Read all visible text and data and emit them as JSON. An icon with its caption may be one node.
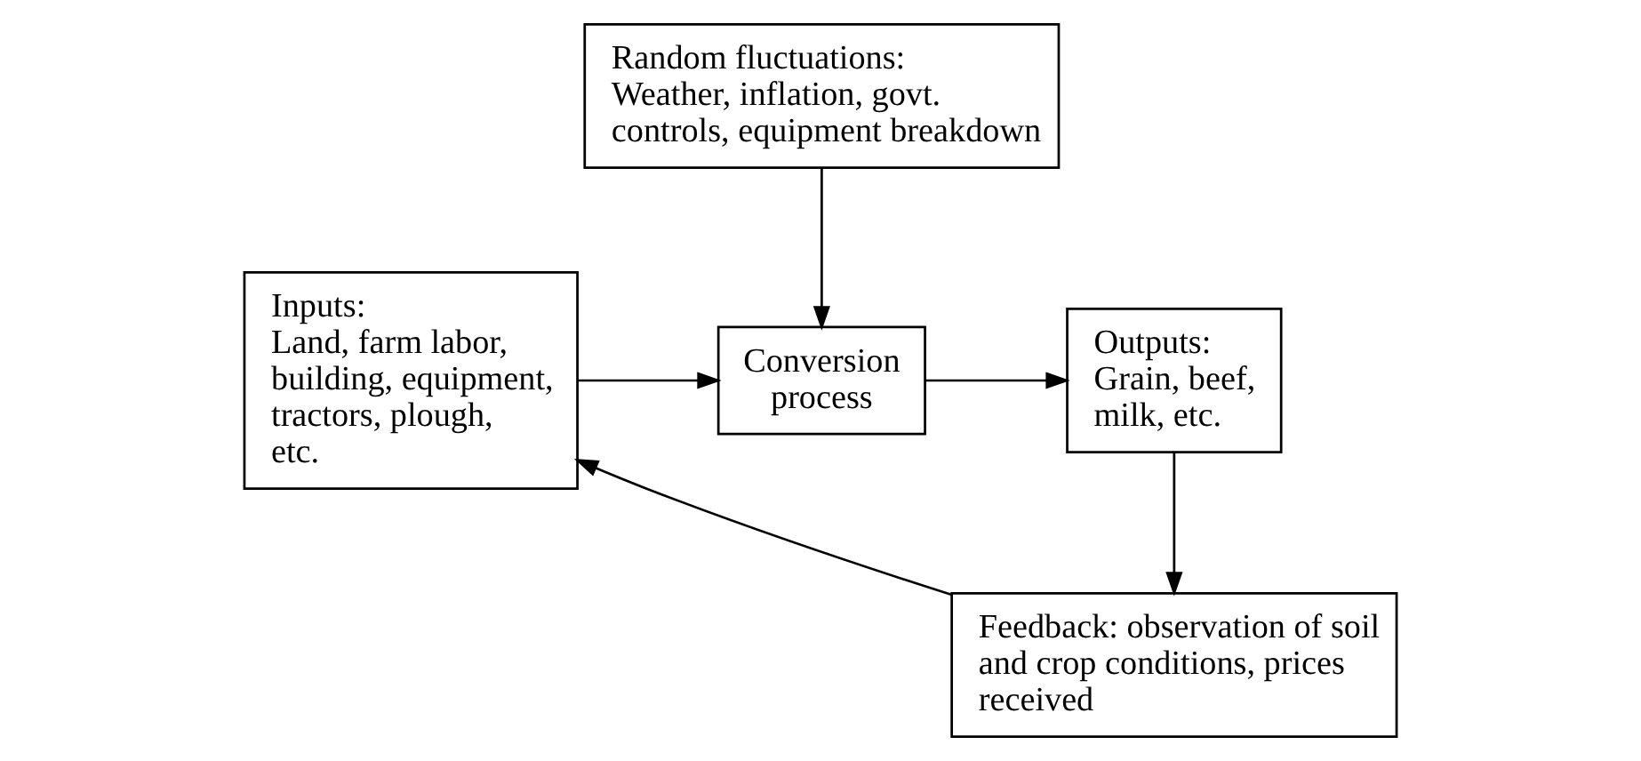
{
  "diagram": {
    "nodes": [
      {
        "text": [
          "Random fluctuations:",
          "Weather, inflation, govt. controls, equipment breakdown"
        ]
      },
      {
        "text": [
          "Inputs:",
          "Land, farm labor, building, equipment, tractors, plough, etc."
        ]
      },
      {
        "text": [
          "Conversion process"
        ]
      },
      {
        "text": [
          "Outputs:",
          "Grain, beef, milk, etc."
        ]
      },
      {
        "text": [
          "Feedback: observation of soil and crop conditions, prices received"
        ]
      }
    ],
    "edges": [
      {
        "from": 0,
        "to": 2,
        "arrow": "to"
      },
      {
        "from": 1,
        "to": 2,
        "arrow": "to"
      },
      {
        "from": 2,
        "to": 3,
        "arrow": "to"
      },
      {
        "from": 3,
        "to": 4,
        "arrow": "to"
      },
      {
        "from": 4,
        "to": 1,
        "arrow": "to"
      }
    ]
  }
}
